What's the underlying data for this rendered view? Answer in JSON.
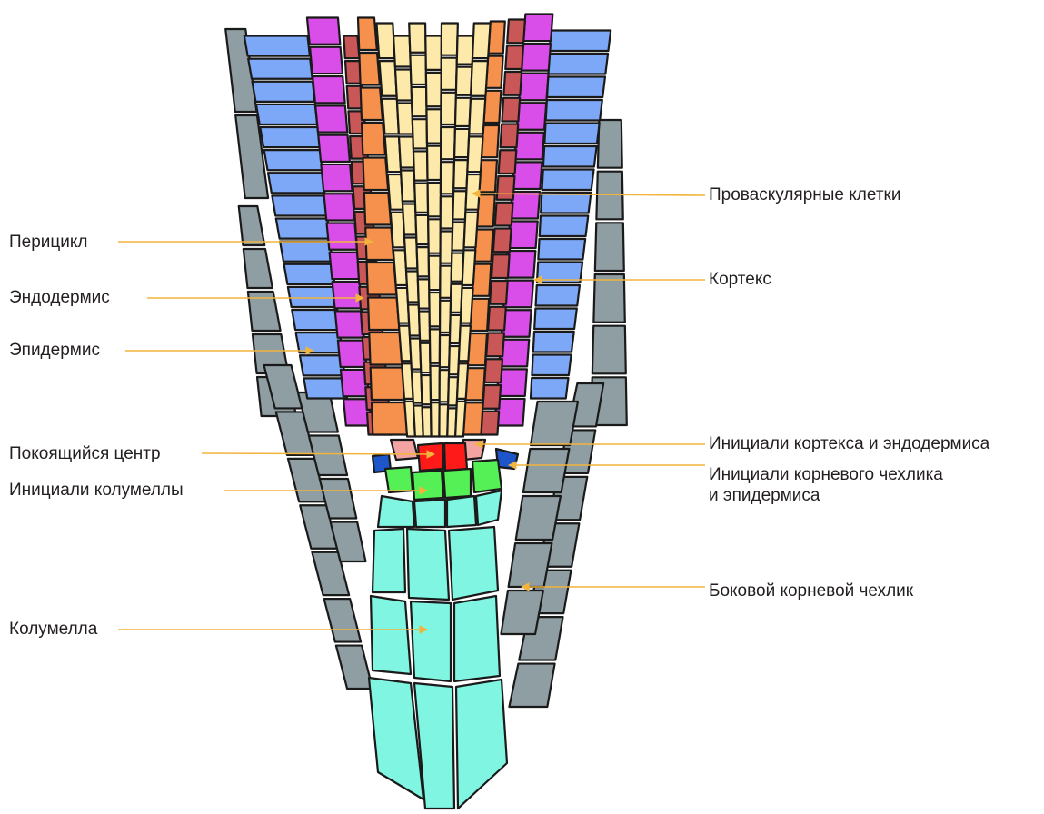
{
  "labels": {
    "provascular": "Проваскулярные клетки",
    "pericycle": "Перицикл",
    "cortex": "Кортекс",
    "endodermis": "Эндодермис",
    "epidermis": "Эпидермис",
    "quiescent_center": "Покоящийся центр",
    "cortex_endodermis_initials": "Инициали кортекса и эндодермиса",
    "columella_initials": "Инициали колумеллы",
    "rootcap_epidermis_initials_1": "Инициали корневого чехлика",
    "rootcap_epidermis_initials_2": "и эпидермиса",
    "lateral_root_cap": "Боковой корневой чехлик",
    "columella": "Колумелла"
  },
  "colors": {
    "lateral_root_cap": "#8e9ea3",
    "epidermis": "#7da7f7",
    "cortex": "#d94de8",
    "endodermis": "#c95757",
    "pericycle": "#f5914c",
    "provascular": "#fde9a9",
    "quiescent_center": "#ff1a1a",
    "cortex_endodermis_initials": "#f4a3a3",
    "columella_initials": "#55f055",
    "rootcap_epidermis_initials": "#1e55c8",
    "columella": "#7ff5e2",
    "leader_line": "#f2b43c",
    "cell_wall": "#1a1a1a"
  }
}
